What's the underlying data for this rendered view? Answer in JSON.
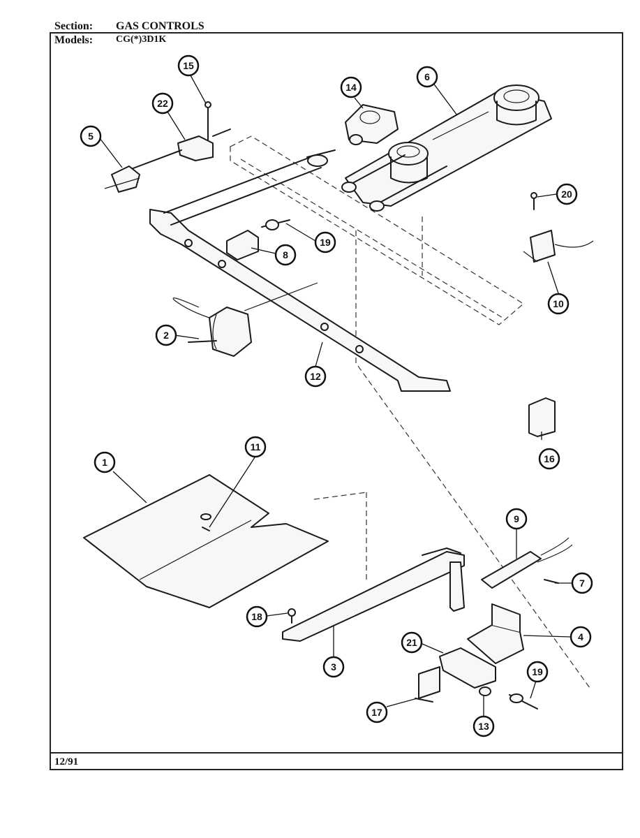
{
  "header": {
    "section_label": "Section:",
    "section_value": "GAS CONTROLS",
    "models_label": "Models:",
    "models_value": "CG(*)3D1K"
  },
  "footer": {
    "date": "12/91"
  },
  "callouts": [
    {
      "id": "c1",
      "label": "1"
    },
    {
      "id": "c2",
      "label": "2"
    },
    {
      "id": "c3",
      "label": "3"
    },
    {
      "id": "c4",
      "label": "4"
    },
    {
      "id": "c5",
      "label": "5"
    },
    {
      "id": "c6",
      "label": "6"
    },
    {
      "id": "c7",
      "label": "7"
    },
    {
      "id": "c8",
      "label": "8"
    },
    {
      "id": "c9",
      "label": "9"
    },
    {
      "id": "c10",
      "label": "10"
    },
    {
      "id": "c11",
      "label": "11"
    },
    {
      "id": "c12",
      "label": "12"
    },
    {
      "id": "c13",
      "label": "13"
    },
    {
      "id": "c14",
      "label": "14"
    },
    {
      "id": "c15",
      "label": "15"
    },
    {
      "id": "c16",
      "label": "16"
    },
    {
      "id": "c17",
      "label": "17"
    },
    {
      "id": "c18",
      "label": "18"
    },
    {
      "id": "c19a",
      "label": "19"
    },
    {
      "id": "c19b",
      "label": "19"
    },
    {
      "id": "c20",
      "label": "20"
    },
    {
      "id": "c21",
      "label": "21"
    },
    {
      "id": "c22",
      "label": "22"
    }
  ]
}
